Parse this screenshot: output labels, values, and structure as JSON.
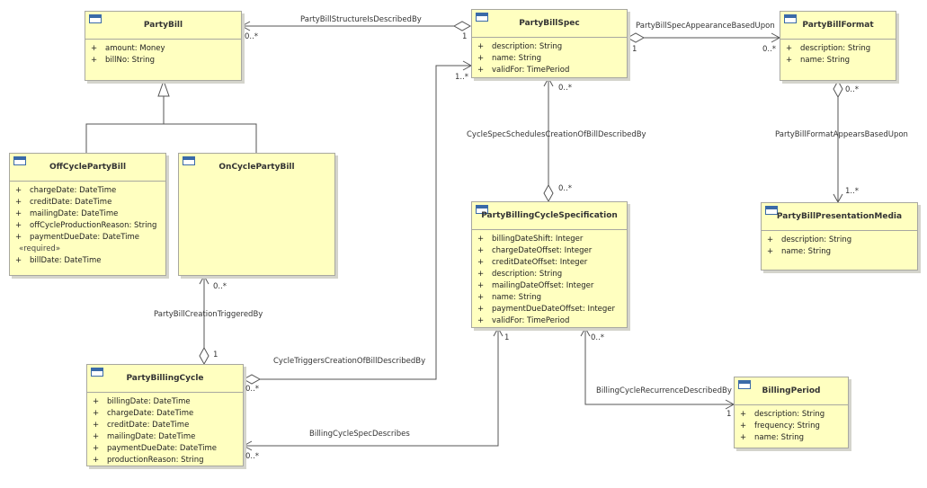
{
  "classes": {
    "party_bill": {
      "name": "PartyBill",
      "attrs": [
        "amount: Money",
        "billNo: String"
      ]
    },
    "party_bill_spec": {
      "name": "PartyBillSpec",
      "attrs": [
        "description: String",
        "name: String",
        "validFor: TimePeriod"
      ]
    },
    "party_bill_format": {
      "name": "PartyBillFormat",
      "attrs": [
        "description: String",
        "name: String"
      ]
    },
    "off_cycle_party_bill": {
      "name": "OffCyclePartyBill",
      "attrs": [
        "chargeDate: DateTime",
        "creditDate: DateTime",
        "mailingDate: DateTime",
        "offCycleProductionReason: String",
        "paymentDueDate: DateTime"
      ],
      "stereotype": "«required»",
      "required_attrs": [
        "billDate: DateTime"
      ]
    },
    "on_cycle_party_bill": {
      "name": "OnCyclePartyBill"
    },
    "party_billing_cycle_specification": {
      "name": "PartyBillingCycleSpecification",
      "attrs": [
        "billingDateShift: Integer",
        "chargeDateOffset: Integer",
        "creditDateOffset: Integer",
        "description: String",
        "mailingDateOffset: Integer",
        "name: String",
        "paymentDueDateOffset: Integer",
        "validFor: TimePeriod"
      ]
    },
    "party_bill_presentation_media": {
      "name": "PartyBillPresentationMedia",
      "attrs": [
        "description: String",
        "name: String"
      ]
    },
    "party_billing_cycle": {
      "name": "PartyBillingCycle",
      "attrs": [
        "billingDate: DateTime",
        "chargeDate: DateTime",
        "creditDate: DateTime",
        "mailingDate: DateTime",
        "paymentDueDate: DateTime",
        "productionReason: String"
      ]
    },
    "billing_period": {
      "name": "BillingPeriod",
      "attrs": [
        "description: String",
        "frequency: String",
        "name: String"
      ]
    }
  },
  "visibility_symbol": "+",
  "associations": {
    "bill_structure": {
      "name": "PartyBillStructureIsDescribedBy",
      "mult_a": "0..*",
      "mult_b": "1"
    },
    "spec_appearance": {
      "name": "PartyBillSpecAppearanceBasedUpon",
      "mult_a": "1",
      "mult_b": "0..*"
    },
    "format_appears": {
      "name": "PartyBillFormatAppearsBasedUpon",
      "mult_a": "0..*",
      "mult_b": "1..*"
    },
    "cycle_spec_schedules": {
      "name": "CycleSpecSchedulesCreationOfBillDescribedBy",
      "mult_a": "0..*",
      "mult_b": "0..*"
    },
    "creation_triggered": {
      "name": "PartyBillCreationTriggeredBy",
      "mult_a": "0..*",
      "mult_b": "1"
    },
    "cycle_triggers": {
      "name": "CycleTriggersCreationOfBillDescribedBy",
      "mult_a": "0..*",
      "mult_b": "1..*"
    },
    "spec_describes": {
      "name": "BillingCycleSpecDescribes",
      "mult_a": "0..*",
      "mult_b": "1"
    },
    "recurrence": {
      "name": "BillingCycleRecurrenceDescribedBy",
      "mult_a": "0..*",
      "mult_b": "1"
    }
  }
}
